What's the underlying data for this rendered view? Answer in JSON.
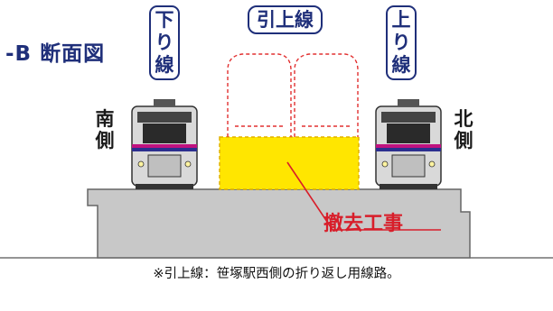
{
  "title": "-B 断面図",
  "track_labels": {
    "down": "下り線",
    "siding": "引上線",
    "up": "上り線"
  },
  "sides": {
    "south": "南側",
    "north": "北側"
  },
  "work_label": "撤去工事",
  "footnote": "※引上線：笹塚駅西側の折り返し用線路。",
  "colors": {
    "title_blue": "#1f2f7a",
    "work_red": "#d81e2a",
    "removed_area_yellow": "#ffe600",
    "platform_grey": "#c8c8c8",
    "train_body": "#d9d9d9",
    "train_stripe_magenta": "#c0117f",
    "train_stripe_blue": "#2b2f8f",
    "ghost_train_red": "#e23030"
  }
}
